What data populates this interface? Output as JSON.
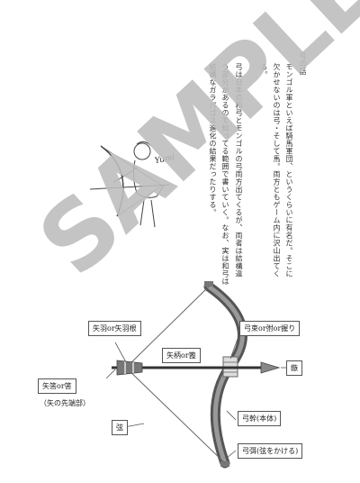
{
  "article": {
    "title": "弓の話",
    "columns": [
      "モンゴル軍といえば騎馬軍団、というくらいに有名だ。そこに",
      "欠かせないのは弓・そして馬。両方ともゲーム内に沢山出てく",
      "る。",
      "",
      "弓は日本の和弓とモンゴルの弓両方出てくるが、両者は結構違",
      "う部分があるので知ってる範囲で書いていく。なお、実は和弓は",
      "結構なガラパゴス進化の結果だったりする。"
    ]
  },
  "illustration": {
    "signature": "Yumi"
  },
  "diagram": {
    "labels": {
      "arrow_feather": "矢羽or矢羽根",
      "arrow_nock": "矢筈or筈",
      "arrow_nock_note": "（矢の先端部）",
      "arrow_shaft": "矢柄or篦",
      "grip": "弓束or弣or握り",
      "arrowhead": "鏃",
      "string": "弦",
      "bow_body": "弓幹(本体)",
      "bow_tip": "弓弭(弦をかける)"
    }
  },
  "watermark": {
    "text": "SAMPLE"
  }
}
